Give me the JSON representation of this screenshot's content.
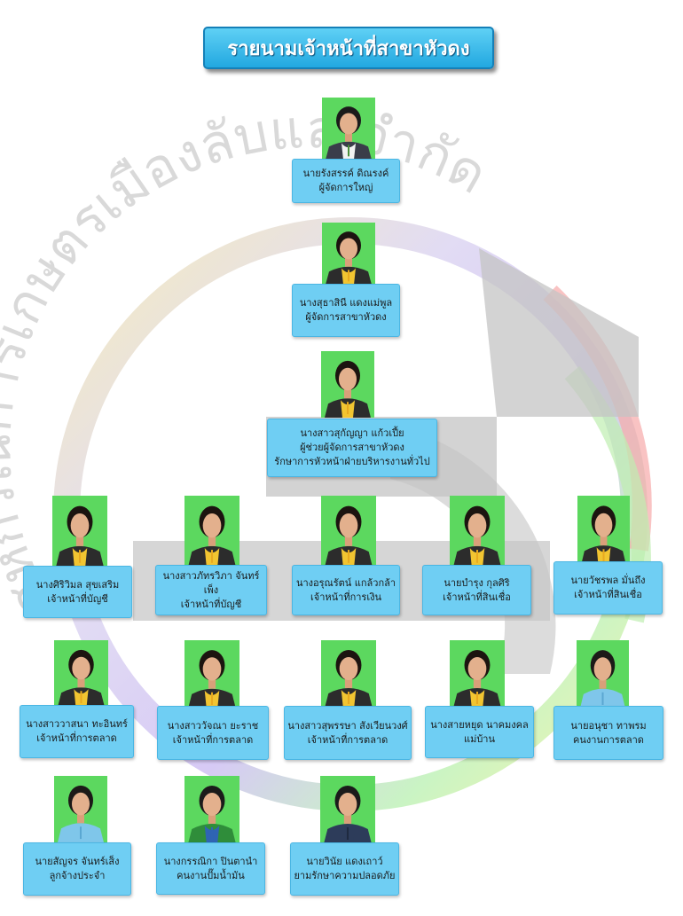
{
  "title": "รายนามเจ้าหน้าที่สาขาหัวดง",
  "watermark": {
    "org_name": "สหกรณ์การเกษตรเมืองลับแล จำกัด"
  },
  "colors": {
    "card": "#6fcef3",
    "title": "#22a8e0",
    "photo_bg": "#5cd85f"
  },
  "staff": [
    {
      "name": "นายรังสรรค์ ดิณรงค์",
      "position": "ผู้จัดการใหญ่",
      "attire": "suit-navy"
    },
    {
      "name": "นางสุธาสินี แดงแม่พูล",
      "position": "ผู้จัดการสาขาหัวดง",
      "attire": "yellow-uniform"
    },
    {
      "name": "นางสาวสุกัญญา แก้วเปี้ย",
      "position": "ผู้ช่วยผู้จัดการสาขาหัวดง",
      "extra": "รักษาการหัวหน้าฝ่ายบริหารงานทั่วไป",
      "attire": "yellow-uniform"
    },
    {
      "name": "นางศิริวิมล สุขเสริม",
      "position": "เจ้าหน้าที่บัญชี",
      "attire": "yellow-uniform"
    },
    {
      "name": "นางสาวภัทรวิภา จันทร์เพ็ง",
      "position": "เจ้าหน้าที่บัญชี",
      "attire": "yellow-uniform"
    },
    {
      "name": "นางอรุณรัตน์ แกล้วกล้า",
      "position": "เจ้าหน้าที่การเงิน",
      "attire": "yellow-uniform"
    },
    {
      "name": "นายบำรุง กุลศิริ",
      "position": "เจ้าหน้าที่สินเชื่อ",
      "attire": "yellow-uniform"
    },
    {
      "name": "นายวัชรพล มั่นถึง",
      "position": "เจ้าหน้าที่สินเชื่อ",
      "attire": "yellow-uniform"
    },
    {
      "name": "นางสาววาสนา ทะอินทร์",
      "position": "เจ้าหน้าที่การตลาด",
      "attire": "yellow-uniform"
    },
    {
      "name": "นางสาววัจณา ยะราช",
      "position": "เจ้าหน้าที่การตลาด",
      "attire": "yellow-uniform"
    },
    {
      "name": "นางสาวสุพรรษา สังเวียนวงศ์",
      "position": "เจ้าหน้าที่การตลาด",
      "attire": "yellow-uniform"
    },
    {
      "name": "นางสายหยุด นาคมงคล",
      "position": "แม่บ้าน",
      "attire": "yellow-uniform"
    },
    {
      "name": "นายอนุชา ทาพรม",
      "position": "คนงานการตลาด",
      "attire": "blue-shirt"
    },
    {
      "name": "นายสัญจร จันทร์เส็ง",
      "position": "ลูกจ้างประจำ",
      "attire": "blue-shirt"
    },
    {
      "name": "นางกรรณิกา ปินตานำ",
      "position": "คนงานปั๊มน้ำมัน",
      "attire": "green-blue-jacket"
    },
    {
      "name": "นายวินัย แดงเถาว์",
      "position": "ยามรักษาความปลอดภัย",
      "attire": "navy-uniform"
    }
  ]
}
